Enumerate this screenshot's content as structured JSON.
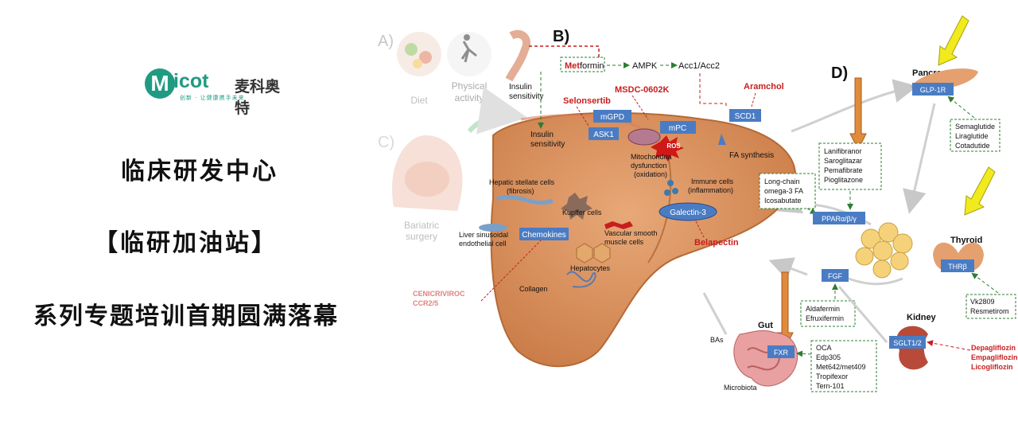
{
  "logo": {
    "wordmark": "Micot",
    "name_cn": "麦科奥特",
    "slogan": "创新 · 让健康携手未来"
  },
  "headlines": [
    "临床研发中心",
    "【临研加油站】",
    "系列专题培训首期圆满落幕"
  ],
  "diagram": {
    "panel_a": "A)",
    "panel_b": "B)",
    "panel_c": "C)",
    "panel_d": "D)",
    "diet": "Diet",
    "physical_activity": [
      "Physical",
      "activity"
    ],
    "insulin_sensitivity_top": [
      "Insulin",
      "sensitivity"
    ],
    "insulin_sensitivity_liver": [
      "Insulin",
      "sensitivity"
    ],
    "bariatric_surgery": [
      "Bariatric",
      "surgery"
    ],
    "metformin": {
      "prefix": "Met",
      "suffix": "formin"
    },
    "ampk": "AMPK",
    "acc": "Acc1/Acc2",
    "selonsertib": "Selonsertib",
    "msdc": "MSDC-0602K",
    "aramchol": "Aramchol",
    "ask1": "ASK1",
    "mgpd": "mGPD",
    "mpc": "mPC",
    "scd1": "SCD1",
    "ros": "ROS",
    "fa_synthesis": "FA synthesis",
    "mito": [
      "Mitochondria",
      "dysfunction",
      "(oxidation)"
    ],
    "hsc": [
      "Hepatic stellate cells",
      "(fibrosis)"
    ],
    "kupffer": "Kupffer cells",
    "immune": [
      "Immune cells",
      "(inflammation)"
    ],
    "galectin": "Galectin-3",
    "belapectin": "Belapectin",
    "lsec": [
      "Liver sinusoidal",
      "endothelial cell"
    ],
    "chemokines": "Chemokines",
    "vsmc": [
      "Vascular smooth",
      "muscle cells"
    ],
    "hepatocytes": "Hepatocytes",
    "collagen": "Collagen",
    "cenicriviroc": [
      "CENICRIVIROC",
      "CCR2/5"
    ],
    "ppar_drugs": [
      "Lanifibranor",
      "Saroglitazar",
      "Pemafibrate",
      "Pioglitazone"
    ],
    "omega": [
      "Long-chain",
      "omega-3 FA",
      "Icosabutate"
    ],
    "ppar": "PPARα/β/γ",
    "fgf": "FGF",
    "fgf_drugs": [
      "Aldafermin",
      "Efruxifermin"
    ],
    "pancreas": "Pancreas",
    "glp1r": "GLP-1R",
    "glp_drugs": [
      "Semaglutide",
      "Liraglutide",
      "Cotadutide"
    ],
    "thyroid": "Thyroid",
    "thrb": "THRβ",
    "thr_drugs": [
      "Vk2809",
      "Resmetirom"
    ],
    "kidney": "Kidney",
    "sglt": "SGLT1/2",
    "sglt_drugs": [
      "Depagliflozin",
      "Empagliflozin",
      "Licogliflozin"
    ],
    "gut": "Gut",
    "fxr": "FXR",
    "bas": "BAs",
    "microbiota": "Microbiota",
    "fxr_drugs": [
      "OCA",
      "Edp305",
      "Met642/met409",
      "Tropifexor",
      "Tern-101"
    ]
  },
  "colors": {
    "brand": "#1f9b82",
    "liver": "#d9905a",
    "receptor_box": "#4a7cc4",
    "drug_red": "#c81e1e",
    "arrow_orange": "#e08a3c",
    "arrow_yellow": "#f0ea1e"
  }
}
